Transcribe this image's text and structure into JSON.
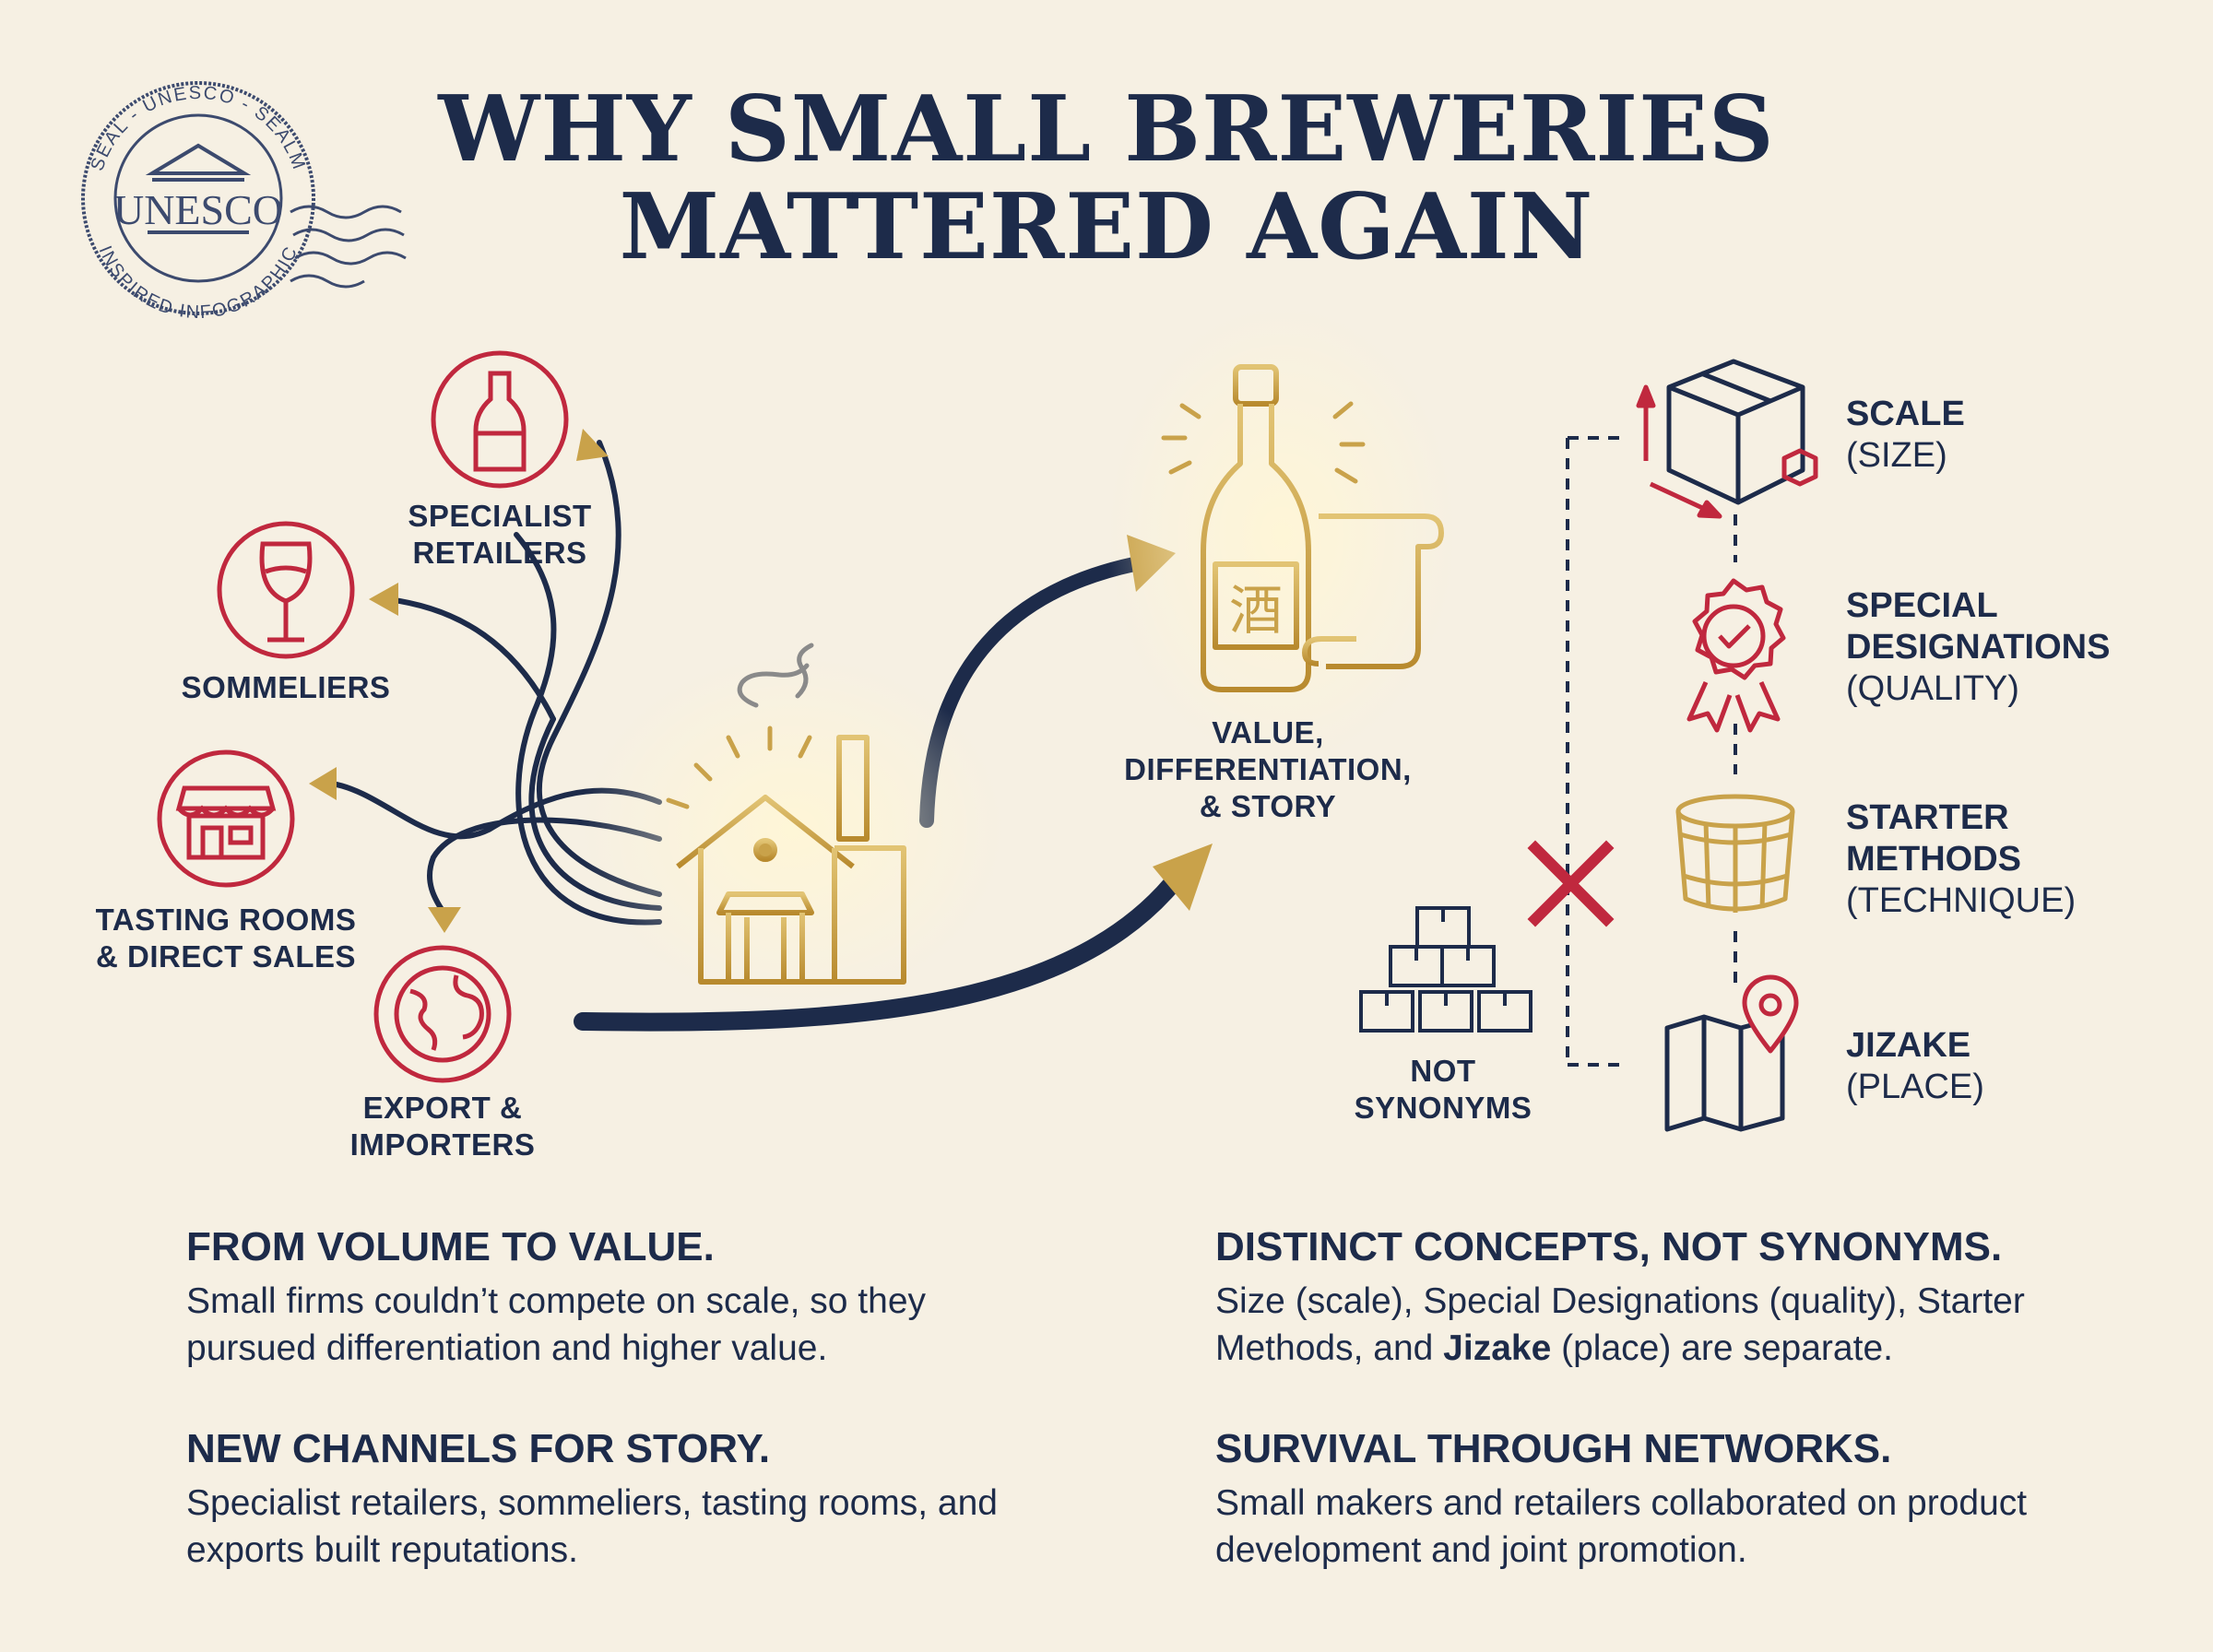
{
  "title": {
    "line1": "WHY SMALL BREWERIES",
    "line2": "MATTERED AGAIN"
  },
  "stamp": {
    "top_text": "SEAL - UNESCO - SEALM",
    "bottom_text": "INSPIRED INFOGRAPHIC",
    "center_text": "UNESCO"
  },
  "channels": [
    {
      "line1": "SPECIALIST",
      "line2": "RETAILERS",
      "icon": "bottle-icon"
    },
    {
      "line1": "SOMMELIERS",
      "line2": "",
      "icon": "wine-glass-icon"
    },
    {
      "line1": "TASTING ROOMS",
      "line2": "& DIRECT SALES",
      "icon": "storefront-icon"
    },
    {
      "line1": "EXPORT &",
      "line2": "IMPORTERS",
      "icon": "globe-icon"
    }
  ],
  "center": {
    "line1": "VALUE,",
    "line2": "DIFFERENTIATION,",
    "line3": "& STORY",
    "bottle_kanji": "酒"
  },
  "not_synonyms": {
    "line1": "NOT",
    "line2": "SYNONYMS"
  },
  "concepts": [
    {
      "name1": "SCALE",
      "name2": "",
      "sub": "(SIZE)",
      "icon": "box-icon"
    },
    {
      "name1": "SPECIAL",
      "name2": "DESIGNATIONS",
      "sub": "(QUALITY)",
      "icon": "rosette-icon"
    },
    {
      "name1": "STARTER",
      "name2": "METHODS",
      "sub": "(TECHNIQUE)",
      "icon": "wooden-tub-icon"
    },
    {
      "name1": "JIZAKE",
      "name2": "",
      "sub": "(PLACE)",
      "icon": "map-pin-icon"
    }
  ],
  "blocks": [
    {
      "heading": "FROM VOLUME TO VALUE.",
      "text": "Small firms couldn’t compete on scale, so they pursued differentiation and higher value."
    },
    {
      "heading": "NEW CHANNELS FOR STORY.",
      "text": "Specialist retailers, sommeliers, tasting rooms, and exports built reputations."
    },
    {
      "heading": "DISTINCT CONCEPTS, NOT SYNONYMS.",
      "text_a": "Size (scale), Special Designations (quality), Starter Methods, and ",
      "text_bold": "Jizake",
      "text_b": " (place) are separate."
    },
    {
      "heading": "SURVIVAL THROUGH NETWORKS.",
      "text": "Small makers and retailers collaborated on product development and joint promotion."
    }
  ],
  "colors": {
    "navy": "#1d2b4a",
    "crimson": "#c0283e",
    "gold": "#c9a24a",
    "background": "#f6f0e3"
  }
}
